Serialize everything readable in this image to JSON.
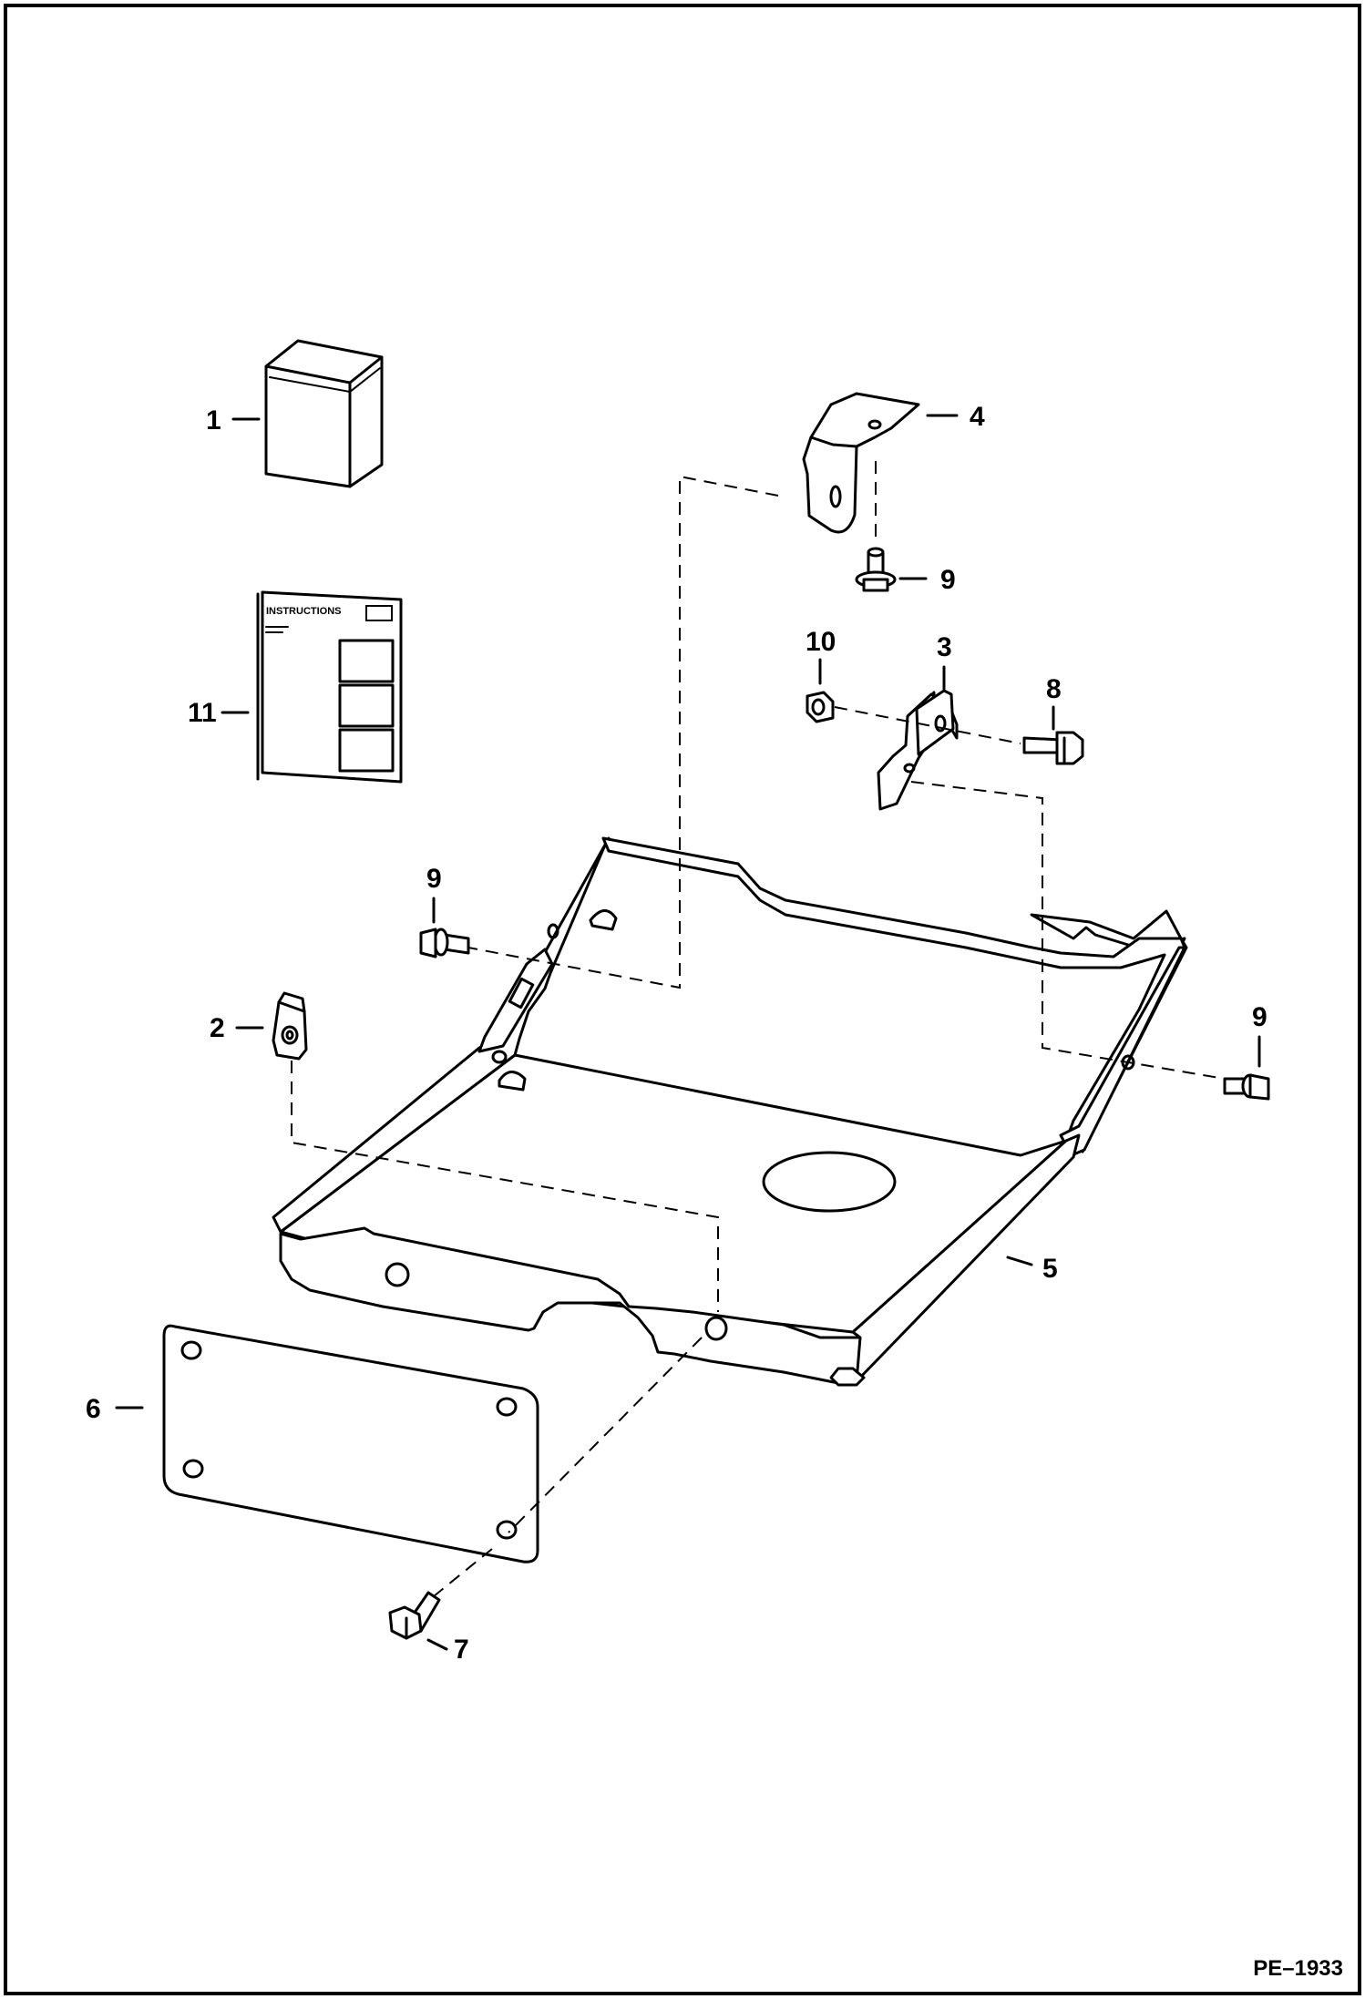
{
  "diagram": {
    "reference_code": "PE–1933",
    "parts": [
      {
        "id": "1",
        "label": "1"
      },
      {
        "id": "2",
        "label": "2"
      },
      {
        "id": "3",
        "label": "3"
      },
      {
        "id": "4",
        "label": "4"
      },
      {
        "id": "5",
        "label": "5"
      },
      {
        "id": "6",
        "label": "6"
      },
      {
        "id": "7",
        "label": "7"
      },
      {
        "id": "8",
        "label": "8"
      },
      {
        "id": "9a",
        "label": "9"
      },
      {
        "id": "9b",
        "label": "9"
      },
      {
        "id": "9c",
        "label": "9"
      },
      {
        "id": "10",
        "label": "10"
      },
      {
        "id": "11",
        "label": "11"
      }
    ],
    "instruction_sheet_header": "INSTRUCTIONS"
  }
}
